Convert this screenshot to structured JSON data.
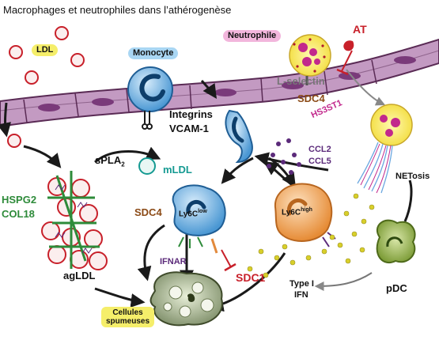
{
  "title": "Macrophages et neutrophiles dans l’athérogenèse",
  "labels": {
    "ldl": "LDL",
    "monocyte": "Monocyte",
    "neutrophile": "Neutrophile",
    "at": "AT",
    "l_selectin": "L-selectin",
    "sdc4_top": "SDC4",
    "hs3st1": "HS3ST1",
    "integrins": "Integrins",
    "vcam1": "VCAM-1",
    "spla2": "sPLA",
    "spla2_sub": "2",
    "mldl": "mLDL",
    "ccl2": "CCL2",
    "ccl5": "CCL5",
    "netosis": "NETosis",
    "hspg2": "HSPG2",
    "col18": "COL18",
    "sdc4_mid": "SDC4",
    "ly6c_low": "Ly6C",
    "ly6c_low_sup": "low",
    "ly6c_high": "Ly6C",
    "ly6c_high_sup": "high",
    "ifnar": "IFNAR",
    "sdc1": "SDC1",
    "agldl": "agLDL",
    "type1_line1": "Type I",
    "type1_line2": "IFN",
    "pdc": "pDC",
    "foam_line1": "Cellules",
    "foam_line2": "spumeuses"
  },
  "colors": {
    "membrane": "#b88bb6",
    "membrane_dark": "#5a2b55",
    "ldl_red": "#c8202a",
    "blue": "#3a86c8",
    "orange": "#e28a3c",
    "green": "#2e8b3a",
    "teal": "#159a92",
    "purple": "#5b2a7a",
    "brown": "#8b4a16",
    "yellow_dots": "#d8cf2a",
    "magenta": "#c2288c"
  }
}
